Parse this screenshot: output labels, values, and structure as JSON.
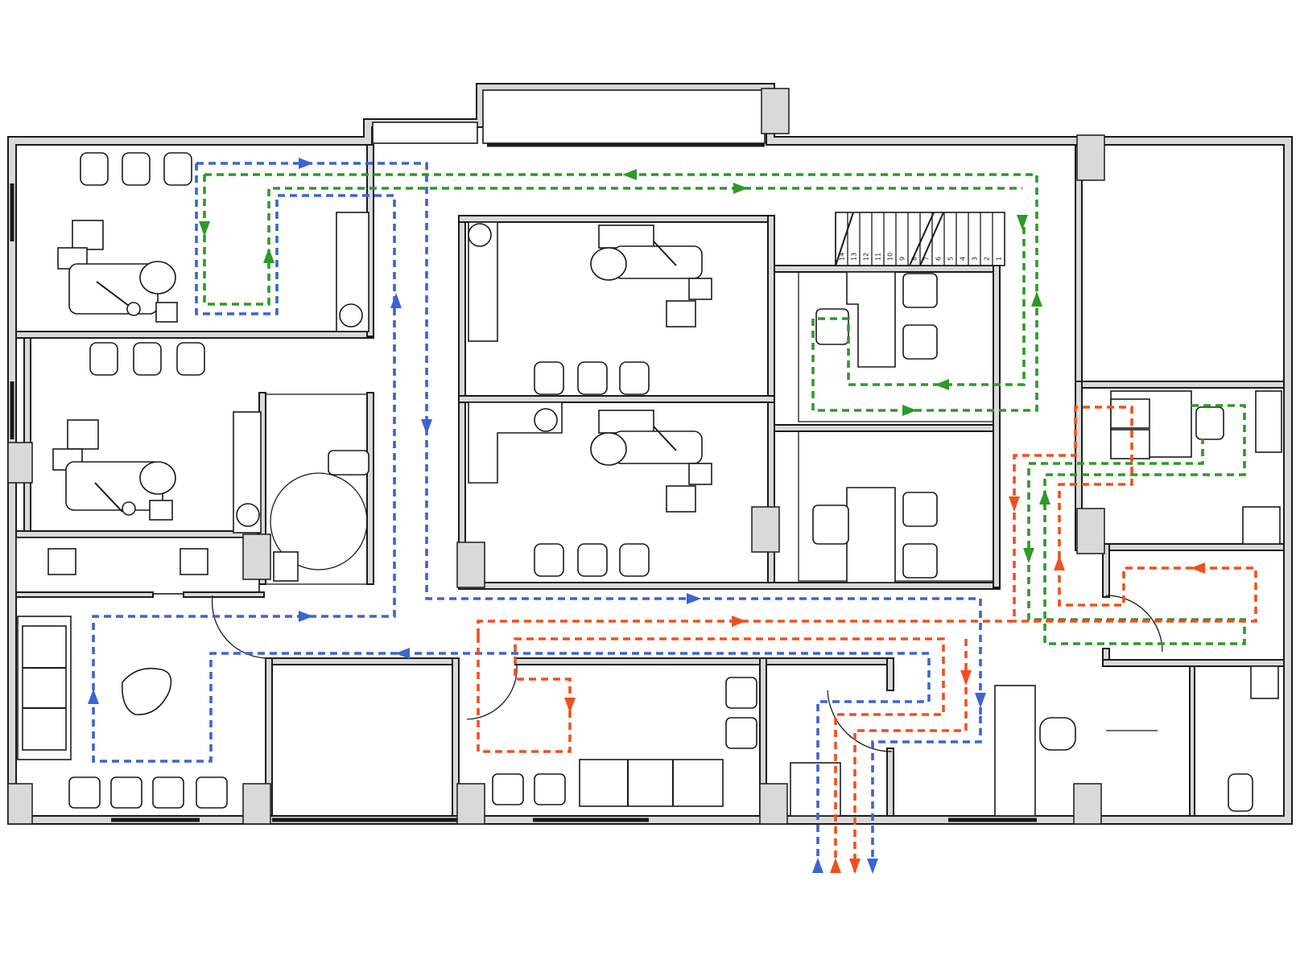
{
  "colors": {
    "wall_fill": "#d9d9d9",
    "wall_stroke": "#1a1a1a",
    "patient_path": "#3c64d2",
    "staff_path": "#2e9a28",
    "sterile_path": "#f0501e"
  },
  "stair": {
    "step_labels": [
      "14",
      "13",
      "12",
      "11",
      "10",
      "9",
      "8",
      "7",
      "6",
      "5",
      "4",
      "3",
      "2",
      "1"
    ]
  },
  "circulation_paths": [
    {
      "name": "blue",
      "color": "#3c64d2"
    },
    {
      "name": "green",
      "color": "#2e9a28"
    },
    {
      "name": "orange",
      "color": "#f0501e"
    }
  ],
  "icons": [
    "dental-chair-icon",
    "waiting-chair-icon",
    "sofa-icon",
    "desk-icon",
    "wash-basin-icon",
    "toilet-icon",
    "door-swing-icon",
    "staircase-icon",
    "column-icon"
  ]
}
